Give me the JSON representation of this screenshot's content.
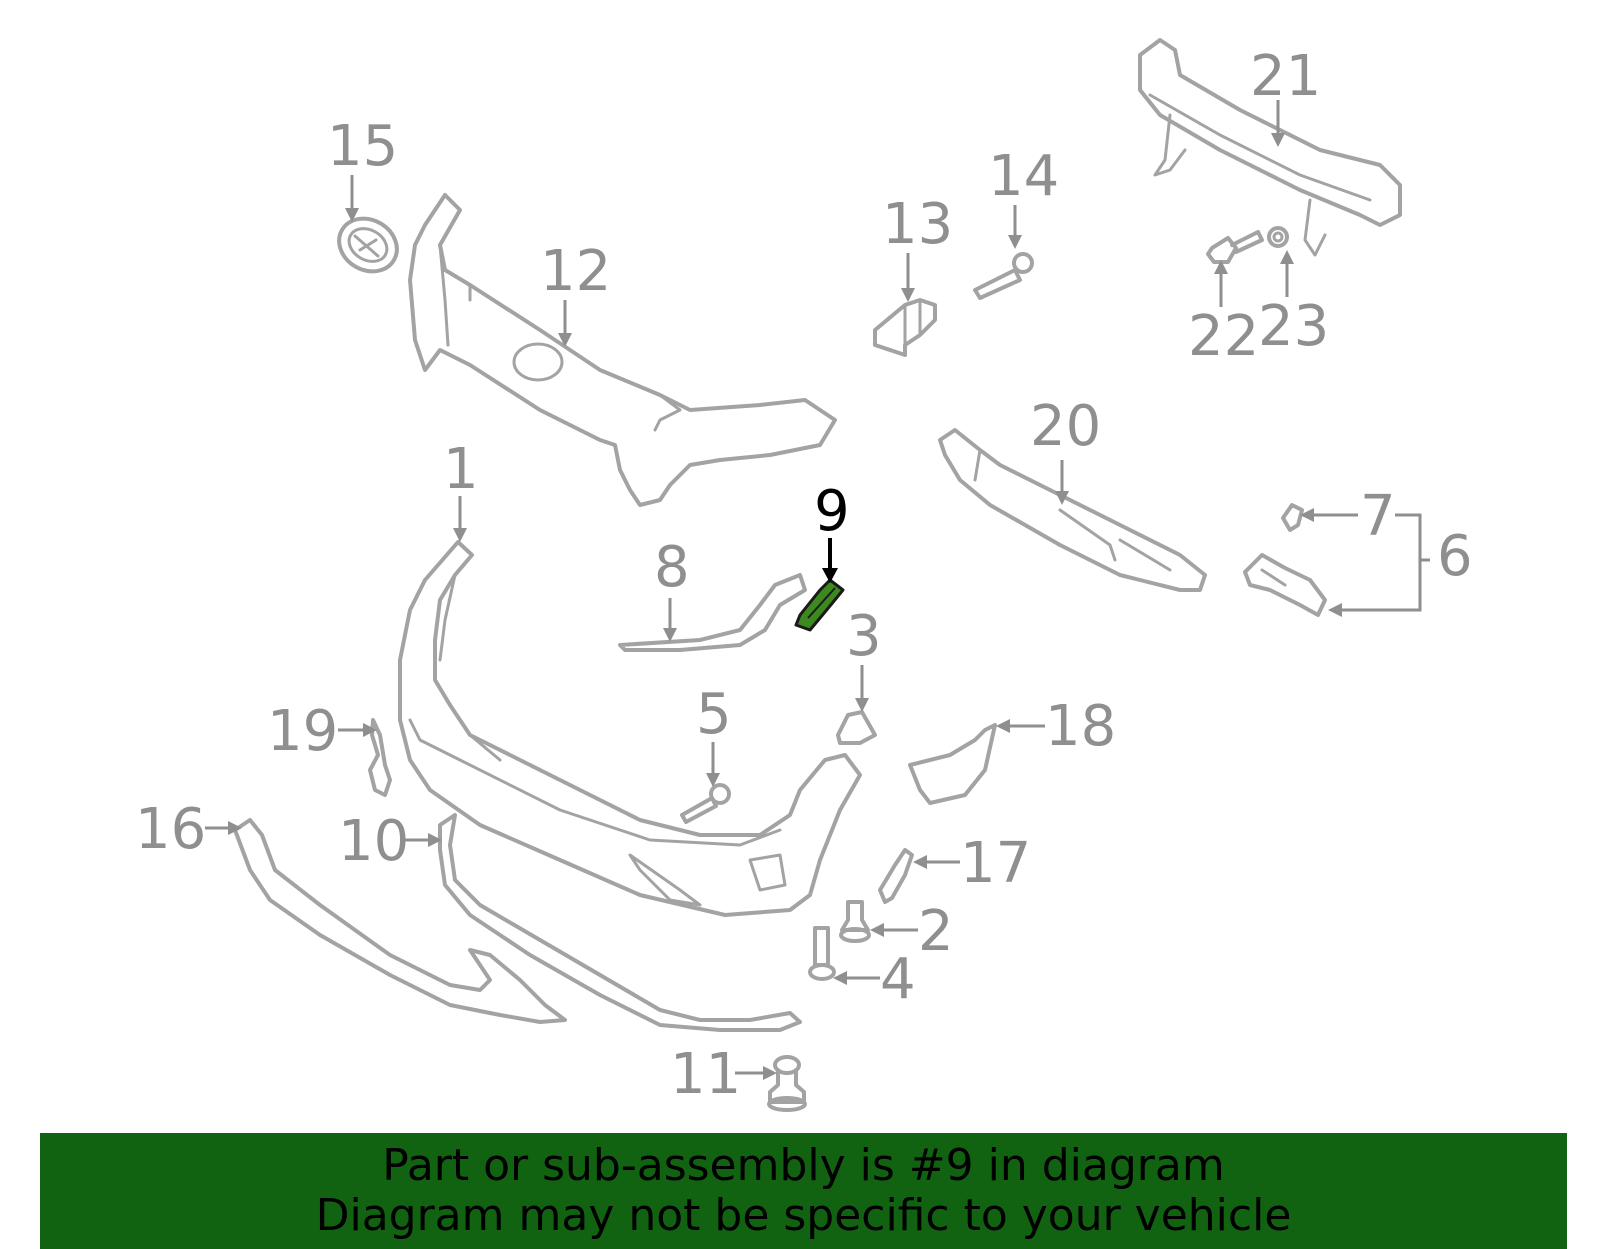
{
  "highlighted_part": "9",
  "callouts": [
    "1",
    "2",
    "3",
    "4",
    "5",
    "6",
    "7",
    "8",
    "9",
    "10",
    "11",
    "12",
    "13",
    "14",
    "15",
    "16",
    "17",
    "18",
    "19",
    "20",
    "21",
    "22",
    "23"
  ],
  "colors": {
    "highlight": "#3c8a1e",
    "banner": "#116311",
    "parts": "#a3a3a3",
    "labels": "#8f8f8f"
  },
  "banner": {
    "line1": "Part or sub-assembly is #9 in diagram",
    "line2": "Diagram may not be specific to your vehicle"
  }
}
